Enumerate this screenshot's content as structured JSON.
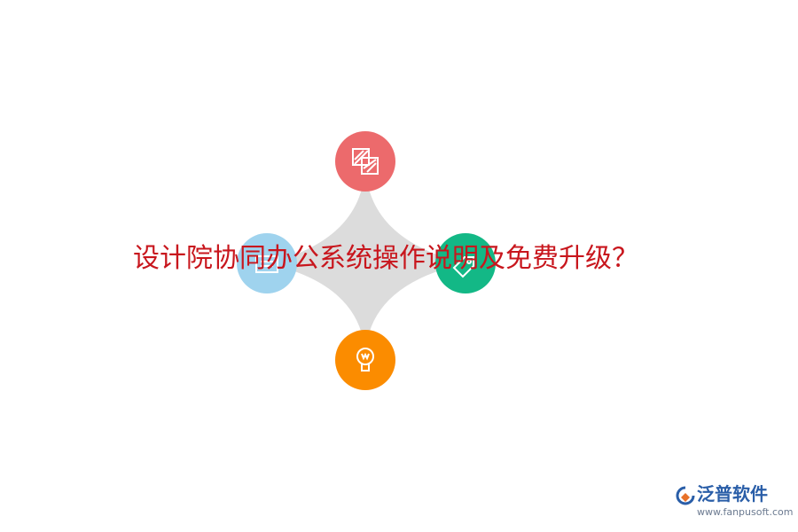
{
  "headline": {
    "text": "设计院协同办公系统操作说明及免费升级？",
    "color": "#c8161d"
  },
  "diagram": {
    "star_color": "#dcdcdc",
    "nodes": [
      {
        "id": "top",
        "icon": "layers-icon",
        "color": "#ec6a6c"
      },
      {
        "id": "left",
        "icon": "document-icon",
        "color": "#9fd3ee"
      },
      {
        "id": "right",
        "icon": "tag-icon",
        "color": "#13b886"
      },
      {
        "id": "bottom",
        "icon": "lightbulb-icon",
        "color": "#fb8c00"
      }
    ]
  },
  "logo": {
    "name": "泛普软件",
    "url": "www.fanpusoft.com",
    "name_color": "#2a5ea8",
    "url_color": "#6b7a90",
    "mark_colors": [
      "#e8722a",
      "#2a5ea8"
    ]
  }
}
